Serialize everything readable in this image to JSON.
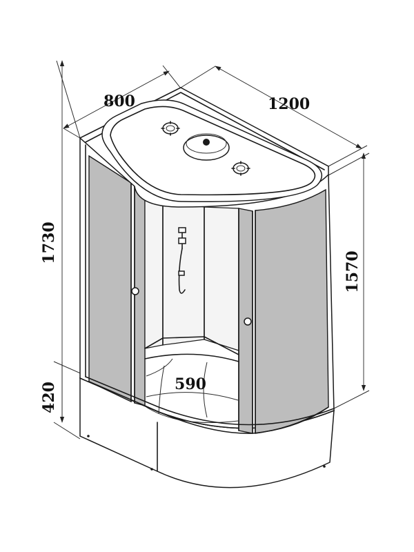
{
  "dimensions": {
    "depth": "800",
    "width": "1200",
    "total_height": "1730",
    "cabin_height": "1570",
    "tray_height": "420",
    "entrance_width": "590"
  },
  "colors": {
    "line": "#1a1a1a",
    "glass": "#bdbdbd",
    "background": "#ffffff"
  }
}
